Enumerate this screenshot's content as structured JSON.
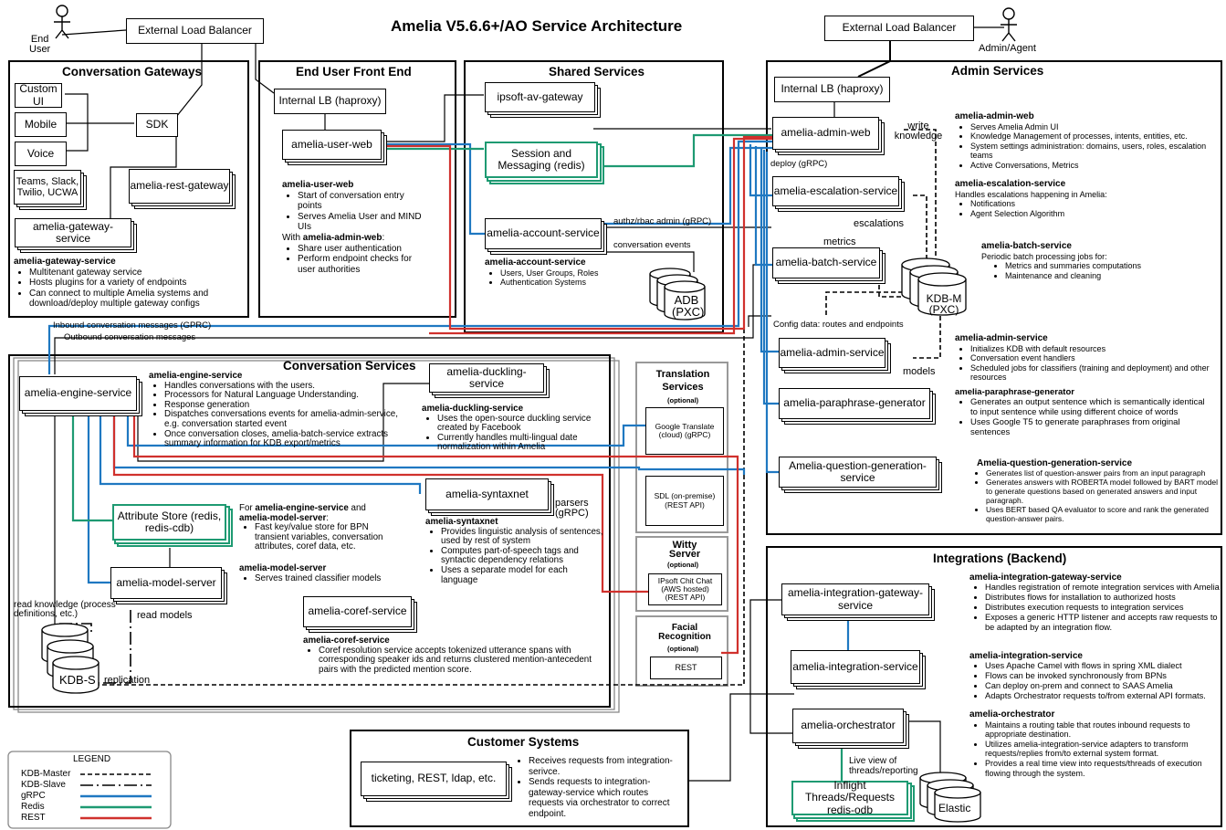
{
  "title": "Amelia V5.6.6+/AO Service Architecture",
  "actors": {
    "end_user": "End\nUser",
    "admin": "Admin/Agent"
  },
  "load_balancers": {
    "external_left": "External Load Balancer",
    "external_right": "External Load Balancer",
    "internal_front": "Internal LB (haproxy)",
    "internal_admin": "Internal LB (haproxy)"
  },
  "sections": {
    "conversation_gateways": "Conversation Gateways",
    "end_user_front_end": "End User Front End",
    "shared_services": "Shared Services",
    "admin_services": "Admin Services",
    "conversation_services": "Conversation Services",
    "integrations": "Integrations (Backend)",
    "customer_systems": "Customer Systems"
  },
  "gateways": {
    "custom_ui": "Custom UI",
    "mobile": "Mobile",
    "voice": "Voice",
    "sdk": "SDK",
    "teams": "Teams, Slack, Twilio, UCWA",
    "rest_gateway": "amelia-rest-gateway",
    "gateway_service": "amelia-gateway-service",
    "desc_title": "amelia-gateway-service",
    "desc_items": [
      "Multitenant gateway service",
      "Hosts plugins for a variety of endpoints",
      "Can connect to multiple Amelia systems and download/deploy multiple gateway configs"
    ]
  },
  "front_end": {
    "user_web": "amelia-user-web",
    "desc_title": "amelia-user-web",
    "desc_items": [
      "Start of conversation entry points",
      "Serves Amelia User and MIND UIs"
    ],
    "with_prefix": "With ",
    "with_name": "amelia-admin-web",
    "with_suffix": ":",
    "with_items": [
      "Share user authentication",
      "Perform endpoint checks for user authorities"
    ]
  },
  "shared": {
    "av_gateway": "ipsoft-av-gateway",
    "session": "Session and Messaging (redis)",
    "account": "amelia-account-service",
    "authz_label": "authz/rbac admin (gRPC)",
    "conv_events_label": "conversation events",
    "adb": "ADB (PXC)",
    "desc_title": "amelia-account-service",
    "desc_items": [
      "Users, User Groups, Roles",
      "Authentication Systems"
    ]
  },
  "admin": {
    "admin_web": "amelia-admin-web",
    "write_knowledge": "write knowledge",
    "deploy_label": "deploy (gRPC)",
    "escalation": "amelia-escalation-service",
    "escalations_label": "escalations",
    "metrics_label": "metrics",
    "batch": "amelia-batch-service",
    "kdbm": "KDB-M (PXC)",
    "config_label": "Config data: routes and endpoints",
    "admin_service": "amelia-admin-service",
    "models_label": "models",
    "paraphrase": "amelia-paraphrase-generator",
    "question": "Amelia-question-generation-service",
    "desc": {
      "admin_web_title": "amelia-admin-web",
      "admin_web_items": [
        "Serves Amelia Admin UI",
        "Knowledge Management of processes, intents, entities, etc.",
        "System settings administration: domains, users, roles, escalation teams",
        "Active Conversations, Metrics"
      ],
      "escalation_title": "amelia-escalation-service",
      "escalation_text": "Handles escalations happening in Amelia:",
      "escalation_items": [
        "Notifications",
        "Agent Selection Algorithm"
      ],
      "batch_title": "amelia-batch-service",
      "batch_text": "Periodic batch processing jobs for:",
      "batch_items": [
        "Metrics and summaries computations",
        "Maintenance and cleaning"
      ],
      "admin_service_title": "amelia-admin-service",
      "admin_service_items": [
        "Initializes KDB with default resources",
        "Conversation event handlers",
        "Scheduled jobs for classifiers (training and deployment) and other resources"
      ],
      "paraphrase_title": "amelia-paraphrase-generator",
      "paraphrase_items": [
        "Generates an output sentence which is semantically identical to input sentence while using different choice of words",
        "Uses Google T5 to generate paraphrases from original sentences"
      ],
      "question_title": "Amelia-question-generation-service",
      "question_items": [
        "Generates list of question-answer pairs from an input paragraph",
        "Generates answers with ROBERTA model followed by BART model to generate questions based on generated answers and input paragraph.",
        "Uses BERT based QA evaluator to score and rank the generated question-answer pairs."
      ]
    }
  },
  "conversation": {
    "inbound_label": "Inbound conversation messages (GPRC)",
    "outbound_label": "Outbound conversation messages",
    "engine": "amelia-engine-service",
    "engine_title": "amelia-engine-service",
    "engine_items": [
      "Handles conversations with the users.",
      "Processors for Natural Language Understanding.",
      "Response generation",
      "Dispatches conversations events for amelia-admin-service, e.g. conversation started event",
      "Once conversation closes, amelia-batch-service extracts summary information for KDB export/metrics"
    ],
    "duckling": "amelia-duckling-service",
    "duckling_title": "amelia-duckling-service",
    "duckling_items": [
      "Uses the open-source duckling service created by Facebook",
      "Currently handles multi-lingual date normalization within Amelia"
    ],
    "syntaxnet": "amelia-syntaxnet",
    "parsers_label": "parsers (gRPC)",
    "syntaxnet_title": "amelia-syntaxnet",
    "syntaxnet_items": [
      "Provides linguistic analysis of sentences, used by rest of system",
      "Computes part-of-speech tags and syntactic dependency relations",
      "Uses a separate model for each language"
    ],
    "attribute_store": "Attribute Store (redis, redis-cdb)",
    "attr_for": "For ",
    "attr_engine": "amelia-engine-service",
    "attr_and": " and",
    "attr_model": "amelia-model-server",
    "attr_colon": ":",
    "attr_items": [
      "Fast key/value store for BPN transient variables, conversation attributes, coref data, etc."
    ],
    "model_server": "amelia-model-server",
    "model_title": "amelia-model-server",
    "model_items": [
      "Serves trained classifier models"
    ],
    "coref": "amelia-coref-service",
    "coref_title": "amelia-coref-service",
    "coref_items": [
      "Coref resolution service accepts tokenized utterance spans with corresponding speaker ids and returns clustered mention-antecedent pairs with the predicted mention score."
    ],
    "read_knowledge": "read knowledge (process definitions, etc.)",
    "read_models": "read models",
    "kdbs": "KDB-S",
    "replication": "replication"
  },
  "external": {
    "translation_title": "Translation Services",
    "optional": "(optional)",
    "google": "Google Translate (cloud) (gRPC)",
    "sdl": "SDL (on-premise) (REST API)",
    "witty_title": "Witty Server",
    "chit_chat": "IPsoft Chit Chat (AWS hosted) (REST API)",
    "facial_title": "Facial Recognition",
    "rest": "REST"
  },
  "integrations": {
    "gateway": "amelia-integration-gateway-service",
    "service": "amelia-integration-service",
    "orchestrator": "amelia-orchestrator",
    "live_view": "Live view of threads/reporting",
    "inflight": "Inflight Threads/Requests redis-odb",
    "elastic": "Elastic",
    "gateway_title": "amelia-integration-gateway-service",
    "gateway_items": [
      "Handles registration of remote integration services with Amelia",
      "Distributes flows for installation to authorized hosts",
      "Distributes execution requests to integration services",
      "Exposes a generic HTTP listener and accepts raw requests to be adapted by an integration flow."
    ],
    "service_title": "amelia-integration-service",
    "service_items": [
      "Uses Apache Camel with flows in spring XML dialect",
      "Flows can be invoked synchronously from BPNs",
      "Can deploy on-prem and connect to SAAS Amelia",
      "Adapts Orchestrator requests to/from external API formats."
    ],
    "orchestrator_title": "amelia-orchestrator",
    "orchestrator_items": [
      "Maintains a routing table that routes inbound requests to appropriate destination.",
      "Utilizes amelia-integration-service adapters to transform requests/replies from/to external system format.",
      "Provides a real time view into requests/threads of execution flowing through the system."
    ]
  },
  "customer": {
    "box": "ticketing, REST, ldap, etc.",
    "items": [
      "Receives requests from integration-serivce.",
      "Sends requests to integration-gateway-service which routes requests via orchestrator to correct endpoint."
    ]
  },
  "legend": {
    "title": "LEGEND",
    "items": [
      {
        "label": "KDB-Master",
        "style": "kdb-master",
        "color": "#000000"
      },
      {
        "label": "KDB-Slave",
        "style": "kdb-slave",
        "color": "#000000"
      },
      {
        "label": "gRPC",
        "style": "solid",
        "color": "#1f78c1"
      },
      {
        "label": "Redis",
        "style": "solid",
        "color": "#1e9a72"
      },
      {
        "label": "REST",
        "style": "solid",
        "color": "#d0312d"
      }
    ]
  },
  "colors": {
    "grpc": "#1f78c1",
    "redis": "#1e9a72",
    "rest": "#d0312d",
    "gray": "#888888"
  }
}
